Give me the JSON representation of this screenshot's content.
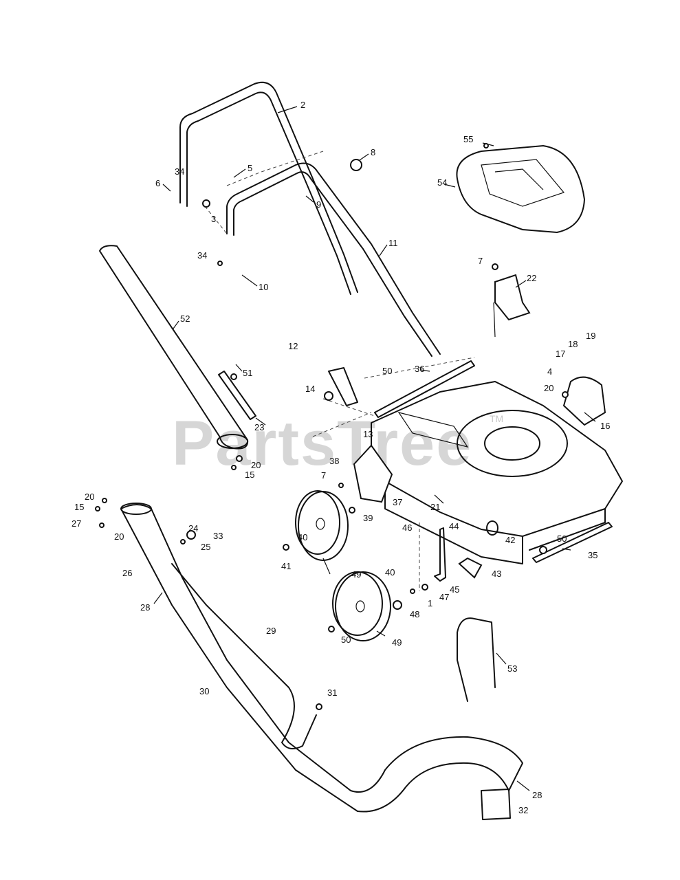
{
  "diagram": {
    "watermark": "PartsTree",
    "watermark_tm": "TM",
    "callouts": [
      "2",
      "55",
      "8",
      "34",
      "5",
      "6",
      "9",
      "54",
      "3",
      "11",
      "34",
      "7",
      "22",
      "10",
      "52",
      "19",
      "18",
      "17",
      "12",
      "51",
      "50",
      "36",
      "4",
      "14",
      "20",
      "16",
      "23",
      "13",
      "20",
      "38",
      "15",
      "7",
      "37",
      "21",
      "39",
      "20",
      "15",
      "27",
      "24",
      "44",
      "46",
      "42",
      "50",
      "33",
      "20",
      "26",
      "25",
      "40",
      "35",
      "41",
      "43",
      "49",
      "40",
      "45",
      "47",
      "1",
      "28",
      "29",
      "48",
      "50",
      "49",
      "53",
      "30",
      "31",
      "28",
      "32"
    ]
  }
}
